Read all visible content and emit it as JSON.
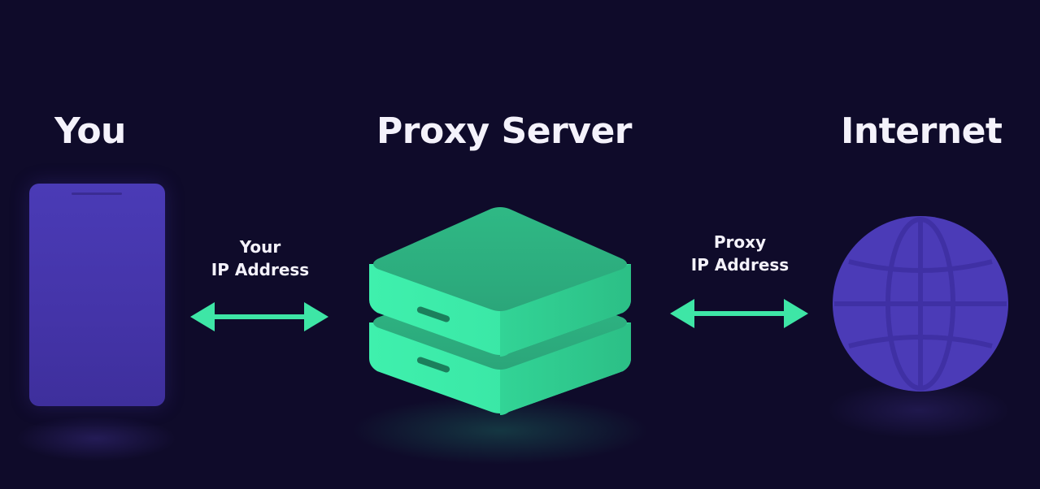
{
  "headings": {
    "you": "You",
    "proxy_server": "Proxy Server",
    "internet": "Internet"
  },
  "connections": {
    "left": {
      "line1": "Your",
      "line2": "IP Address"
    },
    "right": {
      "line1": "Proxy",
      "line2": "IP Address"
    }
  },
  "colors": {
    "background": "#0f0b2a",
    "accent_green": "#3ee6a6",
    "device_purple": "#4a3bb6",
    "text": "#f4f2fb"
  },
  "icons": {
    "device": "smartphone-icon",
    "server": "server-stack-icon",
    "internet": "globe-icon",
    "link": "double-arrow-icon"
  }
}
